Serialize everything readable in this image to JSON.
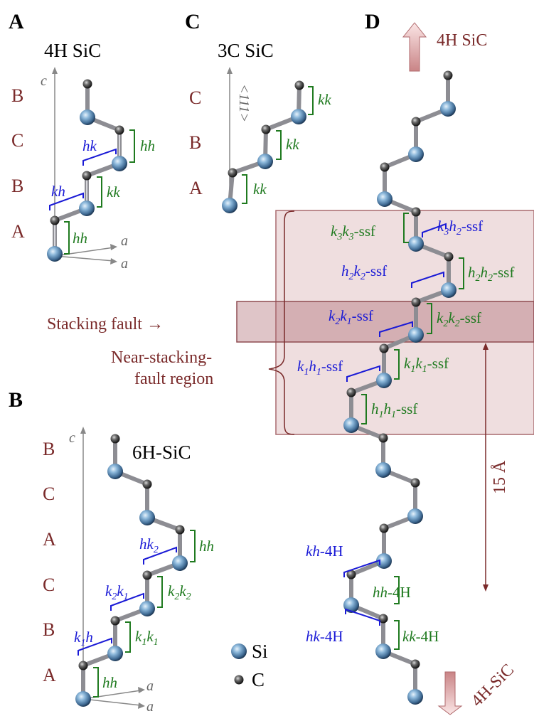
{
  "panels": {
    "A": {
      "letter": "A",
      "title": "4H SiC",
      "layers": [
        "B",
        "C",
        "B",
        "A"
      ],
      "axis_c": "c",
      "axis_a1": "a",
      "axis_a2": "a",
      "bonds": [
        {
          "t": "hh",
          "c": "g"
        },
        {
          "t": "kk",
          "c": "g"
        },
        {
          "t": "hh",
          "c": "g"
        },
        {
          "t": "kh",
          "c": "b"
        },
        {
          "t": "hk",
          "c": "b"
        }
      ]
    },
    "B": {
      "letter": "B",
      "title": "6H-SiC",
      "layers": [
        "B",
        "C",
        "A",
        "C",
        "B",
        "A"
      ],
      "axis_c": "c",
      "axis_a1": "a",
      "axis_a2": "a",
      "bonds": [
        {
          "t": "hh",
          "c": "g"
        },
        {
          "t": "k",
          "s": "1",
          "t2": "k",
          "s2": "1",
          "c": "g"
        },
        {
          "t": "k",
          "s": "2",
          "t2": "k",
          "s2": "2",
          "c": "g"
        },
        {
          "t": "hh",
          "c": "g"
        },
        {
          "t": "k",
          "s": "1",
          "t2": "h",
          "s2": "",
          "c": "b"
        },
        {
          "t": "k",
          "s": "2",
          "t2": "k",
          "s2": "1",
          "c": "b"
        },
        {
          "t": "hk",
          "s": "",
          "t2": "",
          "s2": "2",
          "c": "b"
        }
      ]
    },
    "C": {
      "letter": "C",
      "title": "3C SiC",
      "layers": [
        "C",
        "B",
        "A"
      ],
      "direction": "<111>",
      "bonds": [
        {
          "t": "kk",
          "c": "g"
        },
        {
          "t": "kk",
          "c": "g"
        },
        {
          "t": "kk",
          "c": "g"
        }
      ]
    },
    "D": {
      "letter": "D",
      "top_label": "4H SiC",
      "bottom_label": "4H-SiC",
      "ssf_labels": [
        {
          "a": "k",
          "as": "3",
          "b": "k",
          "bs": "3",
          "suffix": "-ssf",
          "c": "g"
        },
        {
          "a": "k",
          "as": "3",
          "b": "h",
          "bs": "2",
          "suffix": "-ssf",
          "c": "b"
        },
        {
          "a": "h",
          "as": "2",
          "b": "k",
          "bs": "2",
          "suffix": "-ssf",
          "c": "b"
        },
        {
          "a": "h",
          "as": "2",
          "b": "h",
          "bs": "2",
          "suffix": "-ssf",
          "c": "g"
        },
        {
          "a": "k",
          "as": "2",
          "b": "k",
          "bs": "1",
          "suffix": "-ssf",
          "c": "b"
        },
        {
          "a": "k",
          "as": "2",
          "b": "k",
          "bs": "2",
          "suffix": "-ssf",
          "c": "g"
        },
        {
          "a": "k",
          "as": "1",
          "b": "h",
          "bs": "1",
          "suffix": "-ssf",
          "c": "b"
        },
        {
          "a": "k",
          "as": "1",
          "b": "k",
          "bs": "1",
          "suffix": "-ssf",
          "c": "g"
        },
        {
          "a": "h",
          "as": "1",
          "b": "h",
          "bs": "1",
          "suffix": "-ssf",
          "c": "g"
        }
      ],
      "bulk_labels": [
        {
          "t": "kh",
          "suffix": "-4H",
          "c": "b"
        },
        {
          "t": "hh",
          "suffix": "-4H",
          "c": "g"
        },
        {
          "t": "hk",
          "suffix": "-4H",
          "c": "b"
        },
        {
          "t": "kk",
          "suffix": "-4H",
          "c": "g"
        }
      ],
      "stacking_fault": "Stacking fault →",
      "near_region": [
        "Near-stacking-",
        "fault region"
      ],
      "distance": "15 Å"
    },
    "legend": {
      "si": "Si",
      "c": "C"
    }
  },
  "colors": {
    "layer": "#7a2a2a",
    "green": "#1f7a1f",
    "blue": "#1a1ad6",
    "band": "#c99a9e",
    "band_dark": "#a86a6f",
    "si": "#6e9cc3",
    "c": "#4a4a4a"
  }
}
